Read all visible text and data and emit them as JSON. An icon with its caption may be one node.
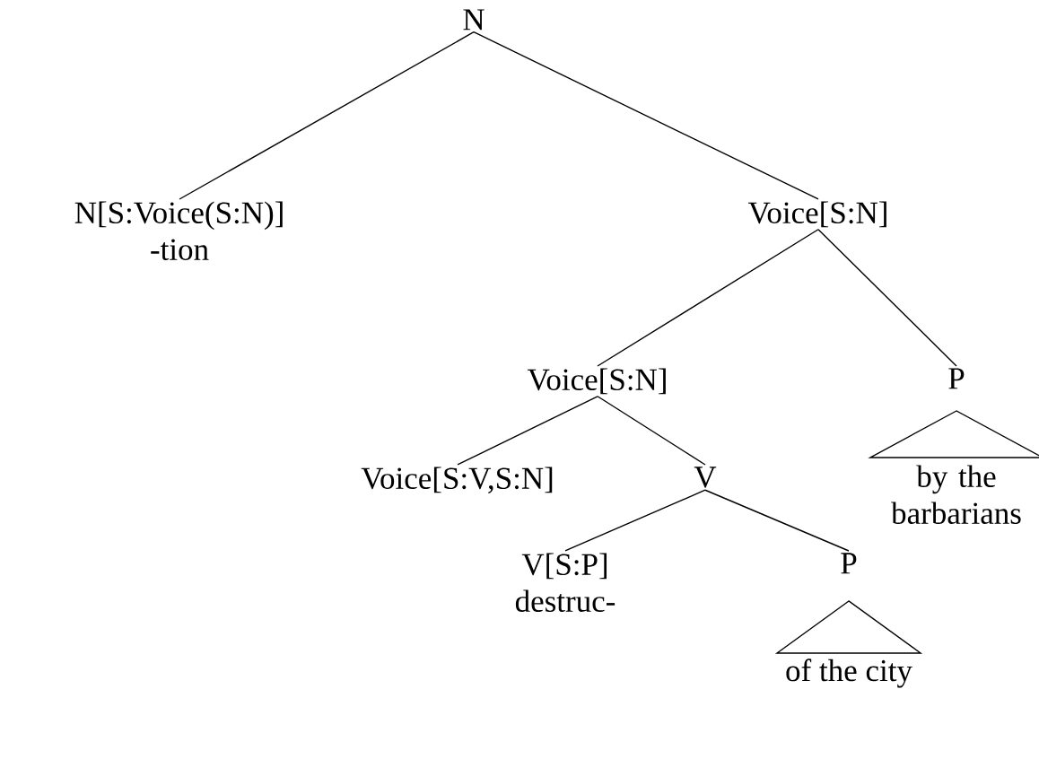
{
  "diagram": {
    "nodes": [
      {
        "text": [
          "N"
        ]
      },
      {
        "text": [
          "N[S:Voice(S:N)]",
          "-tion"
        ]
      },
      {
        "text": [
          "Voice[S:N]"
        ]
      },
      {
        "text": [
          "Voice[S:N]"
        ]
      },
      {
        "text": [
          "P"
        ]
      },
      {
        "text": [
          "by the barbarians"
        ]
      },
      {
        "text": [
          "Voice[S:V,S:N]"
        ]
      },
      {
        "text": [
          "V"
        ]
      },
      {
        "text": [
          "V[S:P]",
          "destruc-"
        ]
      },
      {
        "text": [
          "P"
        ]
      },
      {
        "text": [
          "of the city"
        ]
      }
    ],
    "edges": [
      {
        "from": 0,
        "to": 1,
        "arrow": "none"
      },
      {
        "from": 0,
        "to": 2,
        "arrow": "none"
      },
      {
        "from": 2,
        "to": 3,
        "arrow": "none"
      },
      {
        "from": 2,
        "to": 4,
        "arrow": "none"
      },
      {
        "from": 3,
        "to": 6,
        "arrow": "none"
      },
      {
        "from": 3,
        "to": 7,
        "arrow": "none"
      },
      {
        "from": 7,
        "to": 8,
        "arrow": "none"
      },
      {
        "from": 7,
        "to": 9,
        "arrow": "none"
      }
    ]
  }
}
